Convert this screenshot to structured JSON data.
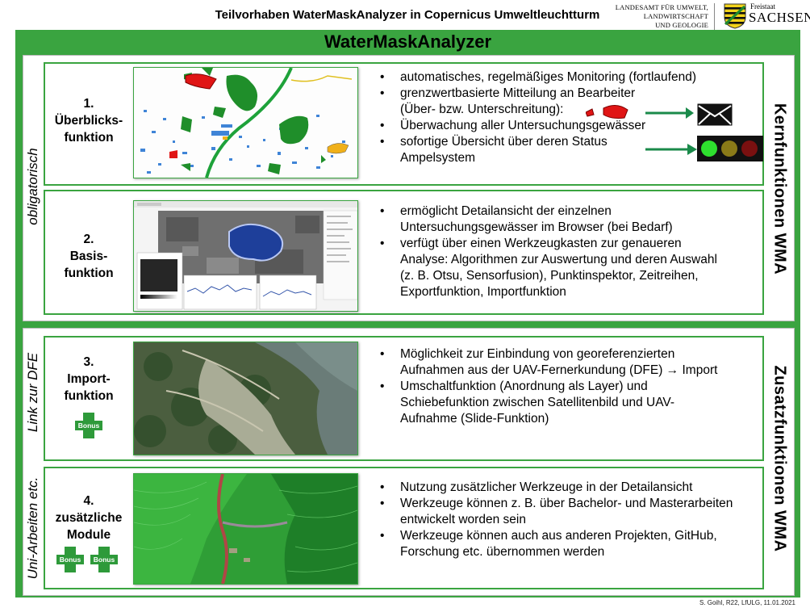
{
  "header": {
    "title": "Teilvorhaben WaterMaskAnalyzer in Copernicus Umweltleuchtturm",
    "ministry_lines": [
      "LANDESAMT FÜR UMWELT,",
      "LANDWIRTSCHAFT",
      "UND GEOLOGIE"
    ],
    "state_small": "Freistaat",
    "state_big": "SACHSEN"
  },
  "banner": "WaterMaskAnalyzer",
  "groups": {
    "core": {
      "left_label": "obligatorisch",
      "right_label": "Kernfunktionen WMA"
    },
    "extra": {
      "left_labels": [
        "Link zur DFE",
        "Uni-Arbeiten etc."
      ],
      "right_label": "Zusatzfunktionen WMA"
    }
  },
  "functions": [
    {
      "name": [
        "1.",
        "Überblicks-",
        "funktion"
      ],
      "bullets": [
        "automatisches, regelmäßiges Monitoring (fortlaufend)",
        "grenzwertbasierte Mitteilung an Bearbeiter (Über- bzw. Unterschreitung):",
        "Überwachung aller Untersuchungsgewässer",
        "sofortige Übersicht über deren Status Ampelsystem"
      ]
    },
    {
      "name": [
        "2.",
        "Basis-",
        "funktion"
      ],
      "bullets": [
        "ermöglicht Detailansicht der einzelnen Untersuchungsgewässer im Browser (bei Bedarf)",
        "verfügt über einen Werkzeugkasten zur genaueren Analyse: Algorithmen zur Auswertung und deren Auswahl (z. B. Otsu, Sensorfusion), Punktinspektor, Zeitreihen, Exportfunktion, Importfunktion"
      ]
    },
    {
      "name": [
        "3.",
        "Import-",
        "funktion"
      ],
      "bullets": [
        "Möglichkeit zur Einbindung von georeferenzierten Aufnahmen aus der UAV-Fernerkundung (DFE) → Import",
        "Umschaltfunktion (Anordnung als Layer) und Schiebefunktion zwischen Satellitenbild und UAV-Aufnahme (Slide-Funktion)"
      ]
    },
    {
      "name": [
        "4.",
        "zusätzliche",
        "Module"
      ],
      "bullets": [
        "Nutzung zusätzlicher Werkzeuge in der Detailansicht",
        "Werkzeuge können z. B. über Bachelor- und Masterarbeiten entwickelt worden sein",
        "Werkzeuge können auch aus anderen Projekten, GitHub, Forschung etc. übernommen werden"
      ]
    }
  ],
  "bonus_label": "Bonus",
  "footer": "S. Goihl, R22, LfULG, 11.01.2021"
}
